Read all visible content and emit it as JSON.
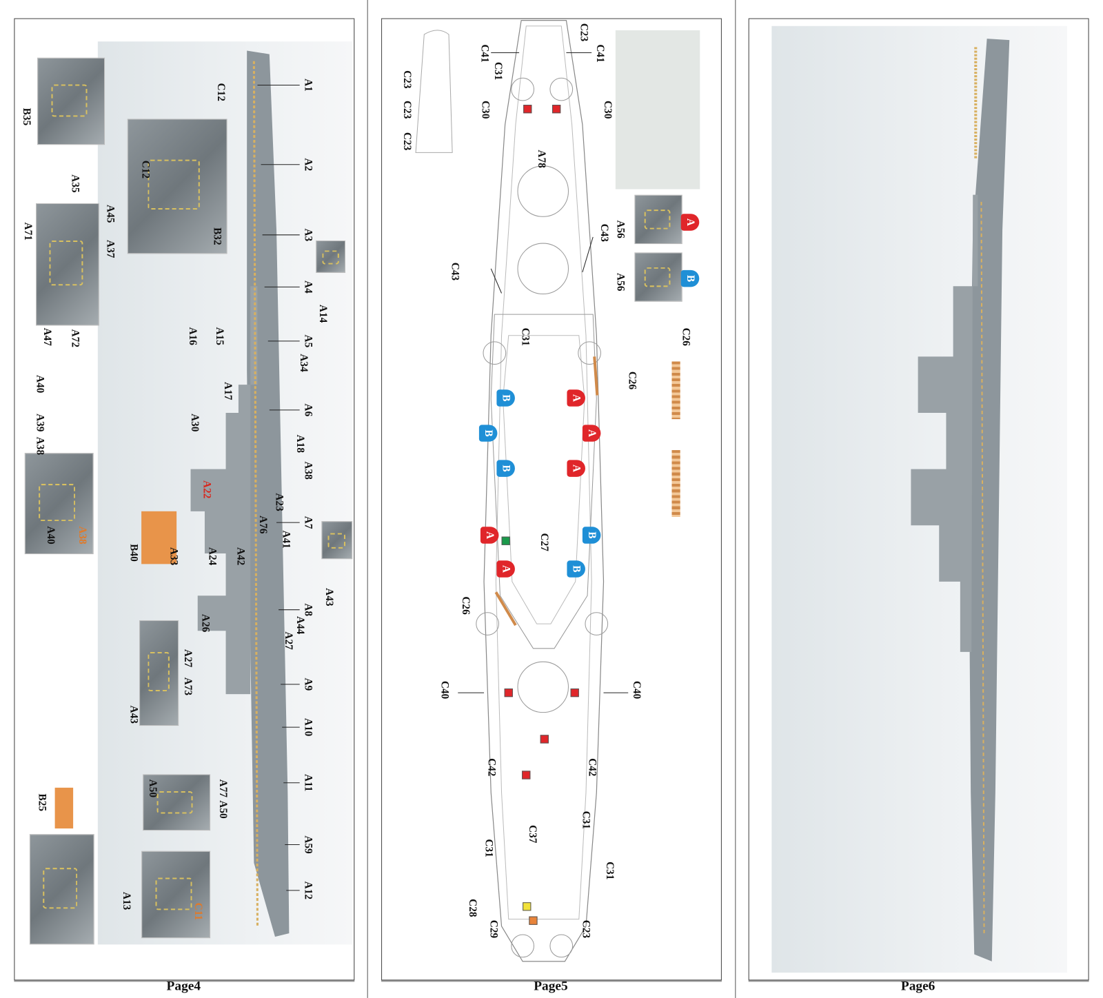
{
  "pages": [
    {
      "label": "Page4"
    },
    {
      "label": "Page5"
    },
    {
      "label": "Page6"
    }
  ],
  "page4_labels": [
    "A1",
    "A2",
    "A3",
    "A4",
    "A14",
    "A5",
    "A34",
    "A6",
    "A18",
    "A38",
    "A23",
    "A7",
    "A41",
    "A43",
    "A8",
    "A44",
    "A27",
    "A9",
    "A10",
    "A11",
    "A59",
    "A12",
    "C12",
    "B35",
    "A35",
    "A45",
    "A71",
    "A37",
    "A72",
    "A47",
    "A16",
    "A15",
    "A40",
    "A39",
    "A38",
    "A17",
    "A30",
    "C12",
    "B32",
    "A22",
    "B40",
    "A33",
    "A24",
    "A42",
    "A76",
    "A26",
    "A27",
    "A73",
    "A43",
    "B25",
    "A50",
    "A77",
    "A50",
    "A13",
    "C11",
    "A40",
    "A38"
  ],
  "page5_labels": [
    "C23",
    "C41",
    "C41",
    "C31",
    "C23",
    "C23",
    "C23",
    "C30",
    "C30",
    "A78",
    "A56",
    "C43",
    "C43",
    "A56",
    "C26",
    "C31",
    "C26",
    "C27",
    "C26",
    "C40",
    "C40",
    "C42",
    "C42",
    "C31",
    "C37",
    "C31",
    "C31",
    "C28",
    "C29",
    "C23"
  ],
  "page5_badges": [
    "B",
    "B",
    "B",
    "B",
    "B",
    "A",
    "A",
    "A",
    "A",
    "A",
    "A",
    "B"
  ],
  "colors": {
    "red": "#e0262a",
    "blue": "#1f8fd6",
    "hull": "#8d969c",
    "brass": "#d8b060"
  }
}
